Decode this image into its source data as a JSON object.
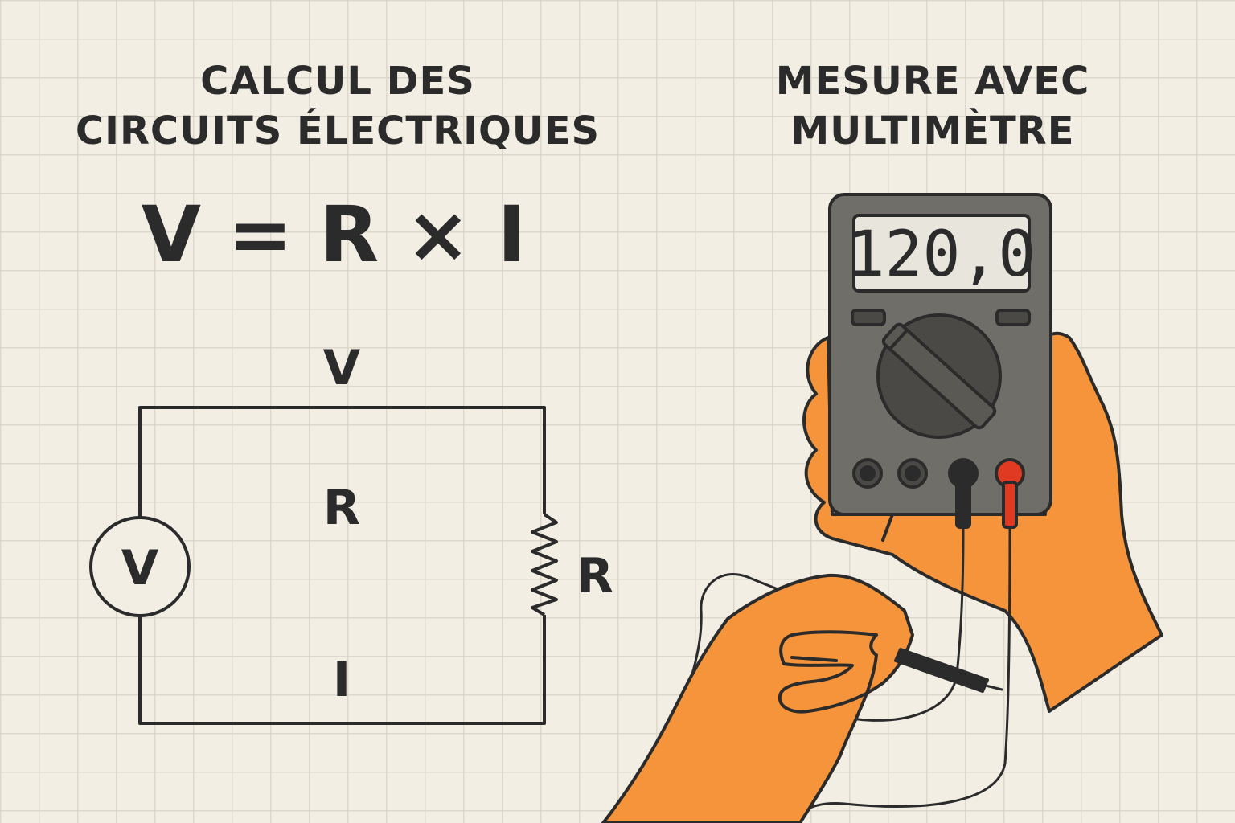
{
  "left_section": {
    "title_line1": "CALCUL DES",
    "title_line2": "CIRCUITS ÉLECTRIQUES",
    "formula": "V = R × I",
    "circuit": {
      "label_top": "V",
      "label_middle": "R",
      "label_bottom": "I",
      "voltmeter_symbol": "V",
      "resistor_label": "R"
    }
  },
  "right_section": {
    "title_line1": "MESURE AVEC",
    "title_line2": "MULTIMÈTRE",
    "multimeter": {
      "display_value": "120,0"
    }
  },
  "colors": {
    "background": "#f2eee4",
    "grid": "#ddd8cc",
    "ink": "#2b2b2b",
    "hand": "#f5943a",
    "device_body": "#6f6e68",
    "device_screen": "#e8e6dc",
    "probe_red": "#e03a22"
  }
}
